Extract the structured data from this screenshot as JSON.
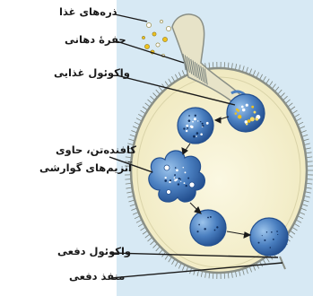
{
  "colors": {
    "panel": "#d7e9f4",
    "cytoplasm": "#f6f1cf",
    "membrane": "#8a8f86",
    "cilia": "#7c837c",
    "vacuole": "#4a7fc0",
    "vacuole_dark": "#234f8f",
    "food_particle": "#f0c21e",
    "label_text": "#1a1a1a",
    "leader_line": "#1a1a1a"
  },
  "labels": {
    "food_particles": "ذره‌های غذا",
    "oral_groove": "حفرهٔ دهانی",
    "food_vacuole": "واکوئول غذایی",
    "lysosome_line1": "کافنده‌تن، حاوی",
    "lysosome_line2": "آنزیم‌های گوارشی",
    "excretory_vacuole": "واکوئول دفعی",
    "anal_pore": "منفذ دفعی"
  }
}
